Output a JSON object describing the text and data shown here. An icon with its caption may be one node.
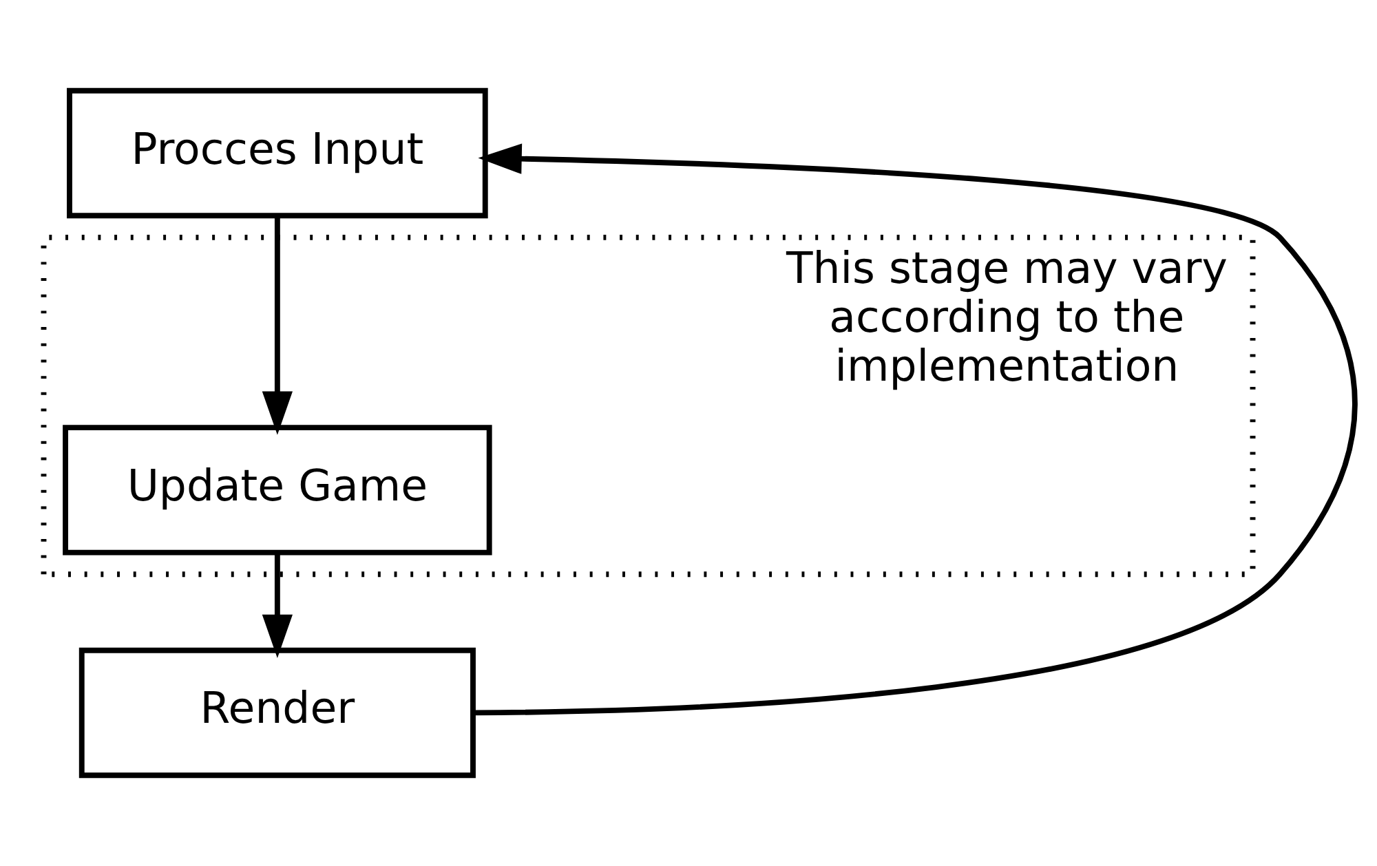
{
  "diagram": {
    "nodes": [
      {
        "text": [
          "Procces Input"
        ]
      },
      {
        "text": [
          "This stage may vary according to the implementation"
        ]
      },
      {
        "text": [
          "Update Game"
        ],
        "in": 1
      },
      {
        "text": [
          "Render"
        ]
      }
    ],
    "edges": [
      {
        "from": 0,
        "to": 2,
        "arrow": "to"
      },
      {
        "from": 2,
        "to": 3,
        "arrow": "to"
      },
      {
        "from": 3,
        "to": 0,
        "arrow": "to"
      }
    ]
  }
}
